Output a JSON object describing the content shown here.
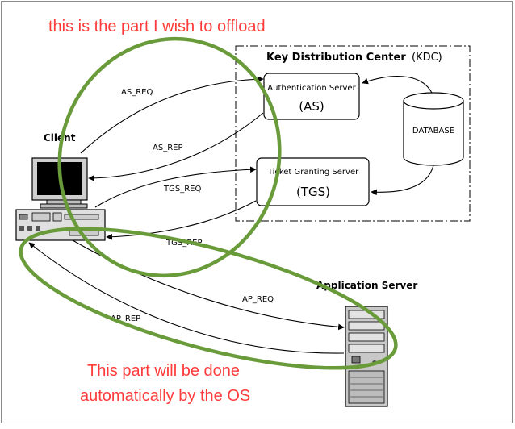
{
  "annotations": {
    "top": "this is the part I wish to offload",
    "bottom_line1": "This part will be done",
    "bottom_line2": "automatically by the OS"
  },
  "kdc": {
    "title": "Key Distribution Center",
    "abbr": "(KDC)",
    "as_name": "Authentication Server",
    "as_abbr": "(AS)",
    "tgs_name": "Ticket Granting Server",
    "tgs_abbr": "(TGS)",
    "database": "DATABASE"
  },
  "client": {
    "label": "Client"
  },
  "app_server": {
    "label": "Application Server"
  },
  "messages": {
    "as_req": "AS_REQ",
    "as_rep": "AS_REP",
    "tgs_req": "TGS_REQ",
    "tgs_rep": "TGS_REP",
    "ap_req": "AP_REQ",
    "ap_rep": "AP_REP"
  },
  "colors": {
    "annotation_text": "#ff3b3b",
    "highlight_ellipse": "#6a9b3a"
  }
}
